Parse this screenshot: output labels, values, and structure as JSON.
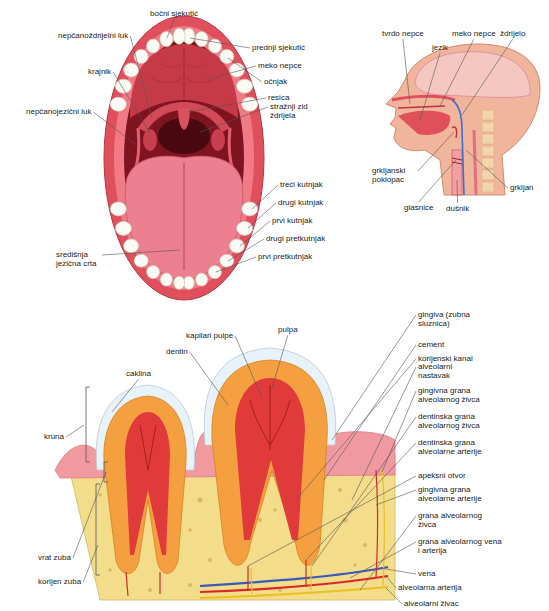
{
  "diagram": {
    "labels": [
      "bočni sjekutić",
      "nepčanoždrijelni luk",
      "krajnik",
      "nepčanojezični luk",
      "prednji sjekutić",
      "meko nepce",
      "očnjak",
      "resica",
      "stražnji zid ždrijela",
      "treći kutnjak",
      "drugi kutnjak",
      "prvi kutnjak",
      "drugi pretkutnjak",
      "prvi pretkutnjak",
      "središnja jezična crta",
      "tvrdo nepce",
      "jezik",
      "meko nepce",
      "ždrijelo",
      "grkljanski poklopac",
      "glasnice",
      "dušnik",
      "grkljan",
      "gingiva (zubna sluznica)",
      "cement",
      "pulpa",
      "kapilari pulpe",
      "dentin",
      "caklina",
      "korijenski kanal",
      "alveolarni nastavak",
      "gingivna grana alveolarnog živca",
      "dentinska grana alveolarnog živca",
      "dentinska grana alveolarne arterije",
      "kruna",
      "apeksni otvor",
      "gingivna grana alveolarne arterije",
      "grana  alveolarnog živca",
      "grana alveolarnog vena i arterija",
      "vena",
      "alveolarna arterija",
      "alveolarni živac",
      "vrat zuba",
      "korijen zuba"
    ]
  }
}
